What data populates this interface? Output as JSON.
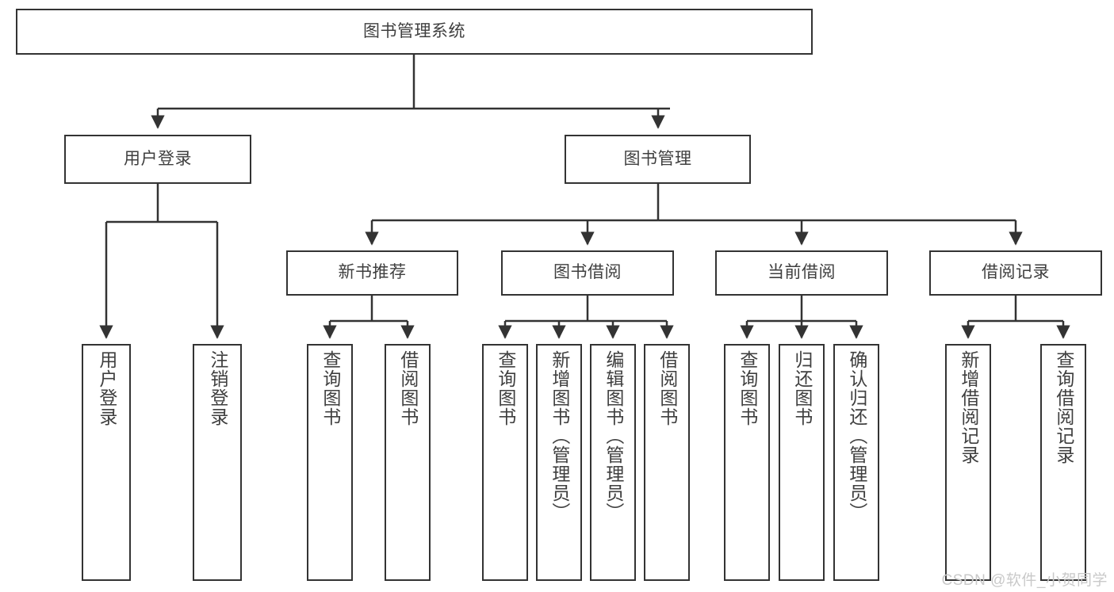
{
  "diagram": {
    "title": "图书管理系统",
    "type": "tree-hierarchy-diagram",
    "colors": {
      "box_border": "#333333",
      "box_fill": "#ffffff",
      "text": "#3f3f3f",
      "connector": "#333333",
      "watermark": "#c9c9c9"
    },
    "root": {
      "id": "root",
      "label": "图书管理系统",
      "orientation": "horizontal"
    },
    "level2": [
      {
        "id": "user-login",
        "label": "用户登录",
        "orientation": "horizontal"
      },
      {
        "id": "book-management",
        "label": "图书管理",
        "orientation": "horizontal"
      }
    ],
    "level3": [
      {
        "id": "new-book-recommend",
        "label": "新书推荐",
        "orientation": "horizontal"
      },
      {
        "id": "book-borrow",
        "label": "图书借阅",
        "orientation": "horizontal"
      },
      {
        "id": "current-borrow",
        "label": "当前借阅",
        "orientation": "horizontal"
      },
      {
        "id": "borrow-record",
        "label": "借阅记录",
        "orientation": "horizontal"
      }
    ],
    "leaves": {
      "user_login": [
        {
          "id": "leaf-user-login",
          "label": "用户登录"
        },
        {
          "id": "leaf-user-logout",
          "label": "注销登录"
        }
      ],
      "new_book_recommend": [
        {
          "id": "leaf-query-book-1",
          "label": "查询图书"
        },
        {
          "id": "leaf-borrow-book-1",
          "label": "借阅图书"
        }
      ],
      "book_borrow": [
        {
          "id": "leaf-query-book-2",
          "label": "查询图书"
        },
        {
          "id": "leaf-add-book",
          "label": "新增图书（管理员）"
        },
        {
          "id": "leaf-edit-book",
          "label": "编辑图书（管理员）"
        },
        {
          "id": "leaf-borrow-book-2",
          "label": "借阅图书"
        }
      ],
      "current_borrow": [
        {
          "id": "leaf-query-book-3",
          "label": "查询图书"
        },
        {
          "id": "leaf-return-book",
          "label": "归还图书"
        },
        {
          "id": "leaf-confirm-return",
          "label": "确认归还（管理员）"
        }
      ],
      "borrow_record": [
        {
          "id": "leaf-add-record",
          "label": "新增借阅记录"
        },
        {
          "id": "leaf-query-record",
          "label": "查询借阅记录"
        }
      ]
    }
  },
  "watermark": {
    "text": "CSDN @软件_小贺同学"
  }
}
